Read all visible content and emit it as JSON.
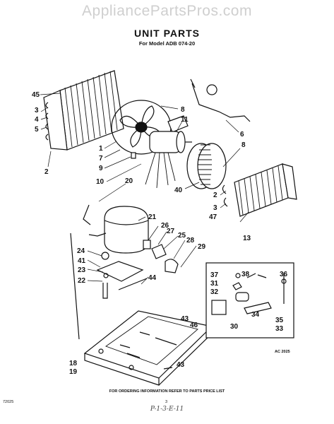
{
  "watermark": "AppliancePartsPros.com",
  "title": "UNIT PARTS",
  "subtitle": "For Model ADB 074-20",
  "footer": "FOR ORDERING INFORMATION REFER TO PARTS PRICE LIST",
  "page_number": "3",
  "left_code": "72025",
  "drawing_code": "AC 2025",
  "signature": "P-1-3-E-11",
  "callouts": [
    {
      "id": "c45",
      "label": "45"
    },
    {
      "id": "c3a",
      "label": "3"
    },
    {
      "id": "c4",
      "label": "4"
    },
    {
      "id": "c5",
      "label": "5"
    },
    {
      "id": "c2a",
      "label": "2"
    },
    {
      "id": "c1",
      "label": "1"
    },
    {
      "id": "c7",
      "label": "7"
    },
    {
      "id": "c9",
      "label": "9"
    },
    {
      "id": "c10",
      "label": "10"
    },
    {
      "id": "c8a",
      "label": "8"
    },
    {
      "id": "c11",
      "label": "11"
    },
    {
      "id": "c6",
      "label": "6"
    },
    {
      "id": "c8b",
      "label": "8"
    },
    {
      "id": "c20",
      "label": "20"
    },
    {
      "id": "c40",
      "label": "40"
    },
    {
      "id": "c2b",
      "label": "2"
    },
    {
      "id": "c3b",
      "label": "3"
    },
    {
      "id": "c47",
      "label": "47"
    },
    {
      "id": "c13",
      "label": "13"
    },
    {
      "id": "c21",
      "label": "21"
    },
    {
      "id": "c26",
      "label": "26"
    },
    {
      "id": "c27",
      "label": "27"
    },
    {
      "id": "c25",
      "label": "25"
    },
    {
      "id": "c28",
      "label": "28"
    },
    {
      "id": "c29",
      "label": "29"
    },
    {
      "id": "c24",
      "label": "24"
    },
    {
      "id": "c41",
      "label": "41"
    },
    {
      "id": "c23",
      "label": "23"
    },
    {
      "id": "c22",
      "label": "22"
    },
    {
      "id": "c44",
      "label": "44"
    },
    {
      "id": "c38",
      "label": "38"
    },
    {
      "id": "c36",
      "label": "36"
    },
    {
      "id": "c37",
      "label": "37"
    },
    {
      "id": "c31",
      "label": "31"
    },
    {
      "id": "c32",
      "label": "32"
    },
    {
      "id": "c34",
      "label": "34"
    },
    {
      "id": "c35",
      "label": "35"
    },
    {
      "id": "c30",
      "label": "30"
    },
    {
      "id": "c33",
      "label": "33"
    },
    {
      "id": "c43a",
      "label": "43"
    },
    {
      "id": "c46",
      "label": "46"
    },
    {
      "id": "c18",
      "label": "18"
    },
    {
      "id": "c19",
      "label": "19"
    },
    {
      "id": "c43b",
      "label": "43"
    }
  ]
}
